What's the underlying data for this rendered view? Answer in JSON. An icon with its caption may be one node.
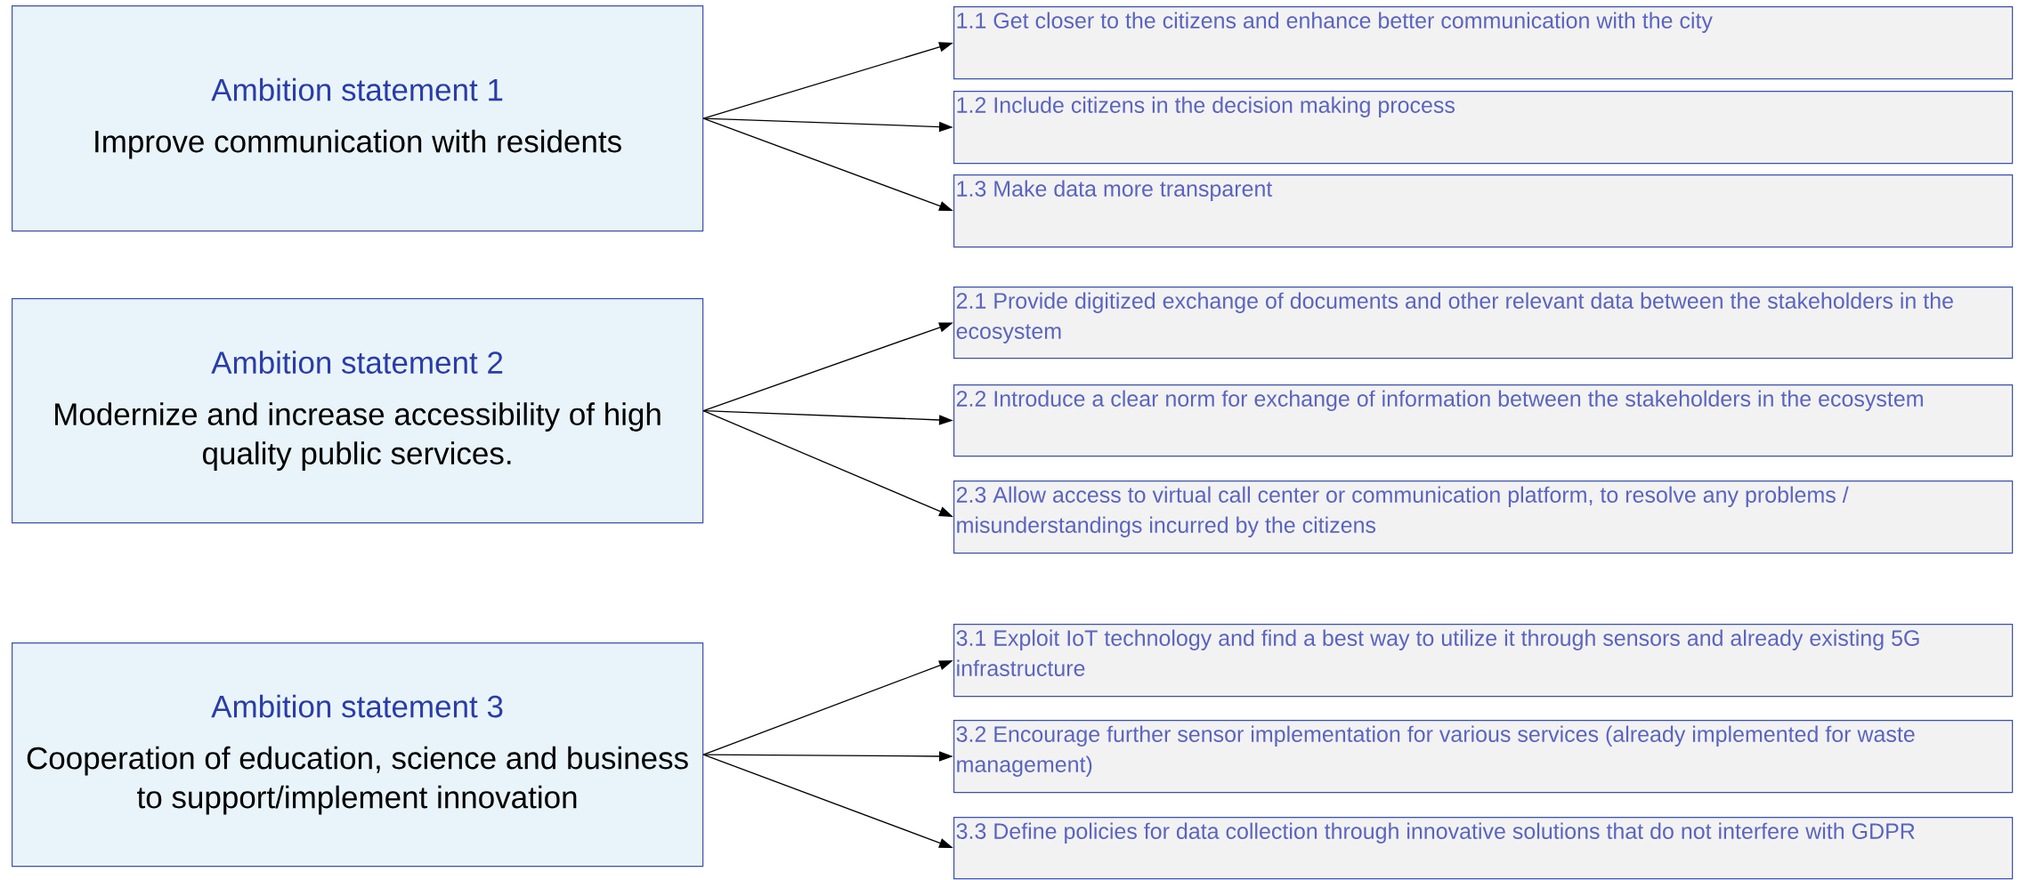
{
  "diagram": {
    "nodes": [
      {
        "text": [
          "Ambition statement 1",
          "Improve communication with residents"
        ]
      },
      {
        "text": [
          "1.1 Get closer to the citizens and enhance better communication with the city"
        ]
      },
      {
        "text": [
          "1.2 Include citizens in the decision making process"
        ]
      },
      {
        "text": [
          "1.3  Make data more transparent"
        ]
      },
      {
        "text": [
          "Ambition statement 2",
          "Modernize and increase accessibility of high quality public services."
        ]
      },
      {
        "text": [
          "2.1 Provide digitized exchange of documents and other relevant data between the stakeholders in the ecosystem"
        ]
      },
      {
        "text": [
          "2.2 Introduce a clear norm for exchange of information between the stakeholders in the ecosystem"
        ]
      },
      {
        "text": [
          "2.3 Allow access to virtual call center or communication platform, to resolve any problems / misunderstandings incurred by the citizens"
        ]
      },
      {
        "text": [
          "Ambition statement 3",
          "Cooperation of education, science and business to support/implement innovation"
        ]
      },
      {
        "text": [
          "3.1 Exploit IoT technology and find a best way to utilize it through sensors and already existing 5G infrastructure"
        ]
      },
      {
        "text": [
          "3.2 Encourage further sensor implementation for various services (already implemented for waste management)"
        ]
      },
      {
        "text": [
          "3.3 Define policies for data collection through innovative solutions that do not interfere with GDPR"
        ]
      }
    ],
    "edges": [
      {
        "from": 0,
        "to": 1,
        "arrow": "to"
      },
      {
        "from": 0,
        "to": 2,
        "arrow": "to"
      },
      {
        "from": 0,
        "to": 3,
        "arrow": "to"
      },
      {
        "from": 4,
        "to": 5,
        "arrow": "to"
      },
      {
        "from": 4,
        "to": 6,
        "arrow": "to"
      },
      {
        "from": 4,
        "to": 7,
        "arrow": "to"
      },
      {
        "from": 8,
        "to": 9,
        "arrow": "to"
      },
      {
        "from": 8,
        "to": 10,
        "arrow": "to"
      },
      {
        "from": 8,
        "to": 11,
        "arrow": "to"
      }
    ]
  }
}
